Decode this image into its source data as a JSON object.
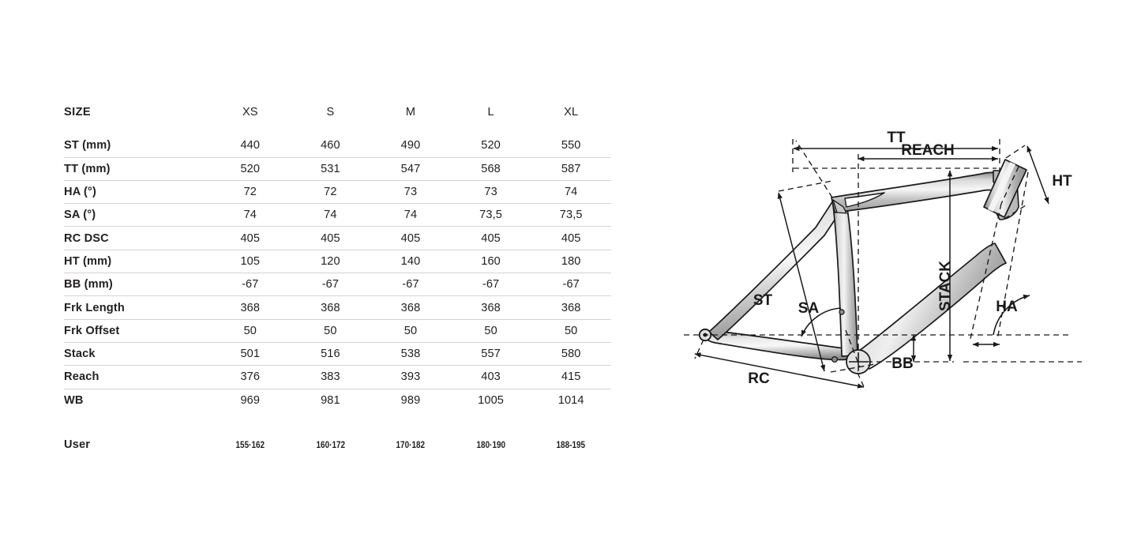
{
  "table": {
    "header_label": "SIZE",
    "sizes": [
      "XS",
      "S",
      "M",
      "L",
      "XL"
    ],
    "rows": [
      {
        "label": "ST (mm)",
        "values": [
          "440",
          "460",
          "490",
          "520",
          "550"
        ]
      },
      {
        "label": "TT (mm)",
        "values": [
          "520",
          "531",
          "547",
          "568",
          "587"
        ]
      },
      {
        "label": "HA (°)",
        "values": [
          "72",
          "72",
          "73",
          "73",
          "74"
        ]
      },
      {
        "label": "SA (°)",
        "values": [
          "74",
          "74",
          "74",
          "73,5",
          "73,5"
        ]
      },
      {
        "label": "RC DSC",
        "values": [
          "405",
          "405",
          "405",
          "405",
          "405"
        ]
      },
      {
        "label": "HT (mm)",
        "values": [
          "105",
          "120",
          "140",
          "160",
          "180"
        ]
      },
      {
        "label": "BB (mm)",
        "values": [
          "-67",
          "-67",
          "-67",
          "-67",
          "-67"
        ]
      },
      {
        "label": "Frk Length",
        "values": [
          "368",
          "368",
          "368",
          "368",
          "368"
        ]
      },
      {
        "label": "Frk Offset",
        "values": [
          "50",
          "50",
          "50",
          "50",
          "50"
        ]
      },
      {
        "label": "Stack",
        "values": [
          "501",
          "516",
          "538",
          "557",
          "580"
        ]
      },
      {
        "label": "Reach",
        "values": [
          "376",
          "383",
          "393",
          "403",
          "415"
        ]
      },
      {
        "label": "WB",
        "values": [
          "969",
          "981",
          "989",
          "1005",
          "1014"
        ]
      }
    ],
    "user_row": {
      "label": "User",
      "values": [
        "155·162",
        "160·172",
        "170·182",
        "180·190",
        "188-195"
      ]
    }
  },
  "diagram": {
    "labels": {
      "tt": "TT",
      "reach": "REACH",
      "ht": "HT",
      "ha": "HA",
      "stack": "STACK",
      "bb": "BB",
      "sa": "SA",
      "st": "ST",
      "rc": "RC"
    }
  },
  "colors": {
    "text": "#231f20",
    "row_border": "#d3d3d3",
    "frame_light": "#f2f2f2",
    "frame_mid": "#c8c8c8",
    "frame_dark": "#9a9a9a",
    "outline": "#1a1a1a",
    "background": "#ffffff"
  }
}
